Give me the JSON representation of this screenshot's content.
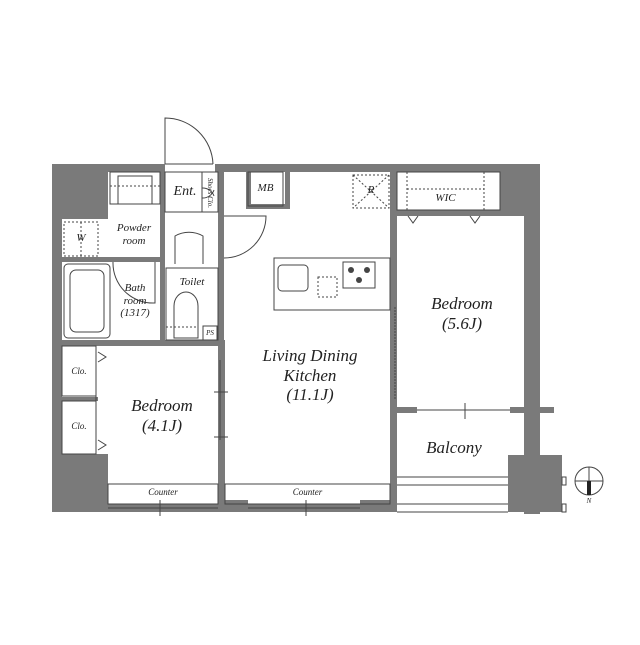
{
  "plan": {
    "title": "Apartment floor plan 1LDK",
    "colors": {
      "wall": "#7a7a7a",
      "line": "#444444",
      "bg": "#ffffff",
      "text": "#222222"
    },
    "rooms": {
      "entrance": {
        "label": "Ent."
      },
      "shoes_closet": {
        "label": "Shoes Clo."
      },
      "meter_box": {
        "label": "MB"
      },
      "refrigerator": {
        "label": "R"
      },
      "wic": {
        "label": "WIC"
      },
      "powder_room": {
        "line1": "Powder",
        "line2": "room"
      },
      "washer": {
        "label": "W"
      },
      "bathroom": {
        "line1": "Bath",
        "line2": "room",
        "line3": "(1317)"
      },
      "toilet": {
        "label": "Toilet"
      },
      "pipe_space": {
        "label": "PS"
      },
      "bedroom_small": {
        "line1": "Bedroom",
        "line2": "(4.1J)"
      },
      "bedroom_large": {
        "line1": "Bedroom",
        "line2": "(5.6J)"
      },
      "ldk": {
        "line1": "Living Dining",
        "line2": "Kitchen",
        "line3": "(11.1J)"
      },
      "closet_1": {
        "label": "Clo."
      },
      "closet_2": {
        "label": "Clo."
      },
      "counter_left": {
        "label": "Counter"
      },
      "counter_right": {
        "label": "Counter"
      },
      "balcony": {
        "label": "Balcony"
      }
    },
    "compass": {
      "label": "N"
    }
  }
}
